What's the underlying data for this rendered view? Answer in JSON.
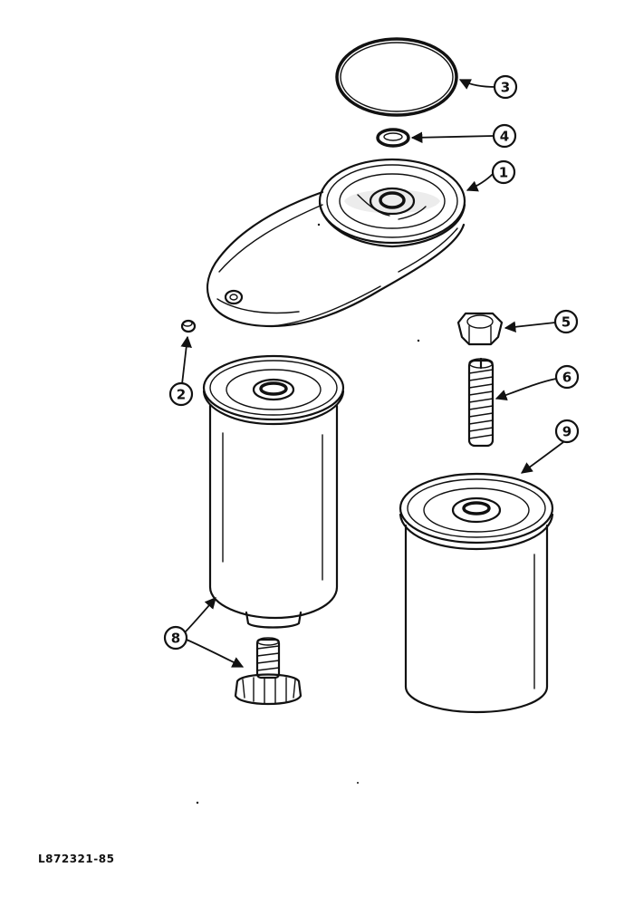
{
  "figure_code": "L872321-85",
  "callouts": {
    "c1": "1",
    "c2": "2",
    "c3": "3",
    "c4": "4",
    "c5": "5",
    "c6": "6",
    "c8": "8",
    "c9": "9"
  }
}
